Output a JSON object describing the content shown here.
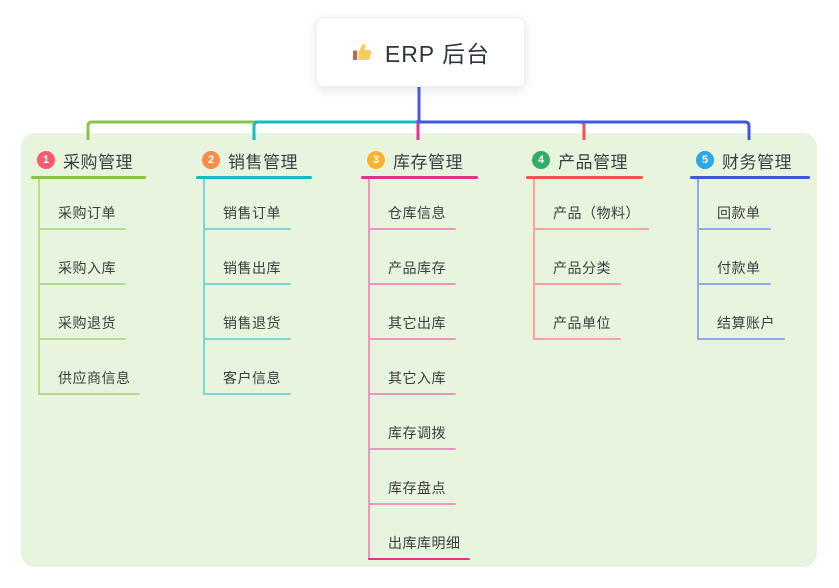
{
  "root": {
    "label": "ERP 后台",
    "icon": "thumbs-up-icon",
    "connector_color": "#4a5be2"
  },
  "canvas": {
    "background_color": "#e7f5de"
  },
  "branches": [
    {
      "num": "1",
      "label": "采购管理",
      "badge_color": "#f85a6c",
      "line_color": "#89c34c",
      "child_line_color": "#b6dc8e",
      "children": [
        "采购订单",
        "采购入库",
        "采购退货",
        "供应商信息"
      ]
    },
    {
      "num": "2",
      "label": "销售管理",
      "badge_color": "#f78e4a",
      "line_color": "#15bbc0",
      "child_line_color": "#7dd6d2",
      "children": [
        "销售订单",
        "销售出库",
        "销售退货",
        "客户信息"
      ]
    },
    {
      "num": "3",
      "label": "库存管理",
      "badge_color": "#f7b42c",
      "line_color": "#e6318f",
      "child_line_color": "#f294c1",
      "strong_underline_child": 6,
      "children": [
        "仓库信息",
        "产品库存",
        "其它出库",
        "其它入库",
        "库存调拨",
        "库存盘点",
        "出库库明细"
      ]
    },
    {
      "num": "4",
      "label": "产品管理",
      "badge_color": "#2faf62",
      "line_color": "#f4524f",
      "child_line_color": "#f9a2a0",
      "children": [
        "产品（物料）",
        "产品分类",
        "产品单位"
      ]
    },
    {
      "num": "5",
      "label": "财务管理",
      "badge_color": "#2ca7e9",
      "line_color": "#3f58da",
      "child_line_color": "#95a9e9",
      "children": [
        "回款单",
        "付款单",
        "结算账户"
      ]
    }
  ]
}
